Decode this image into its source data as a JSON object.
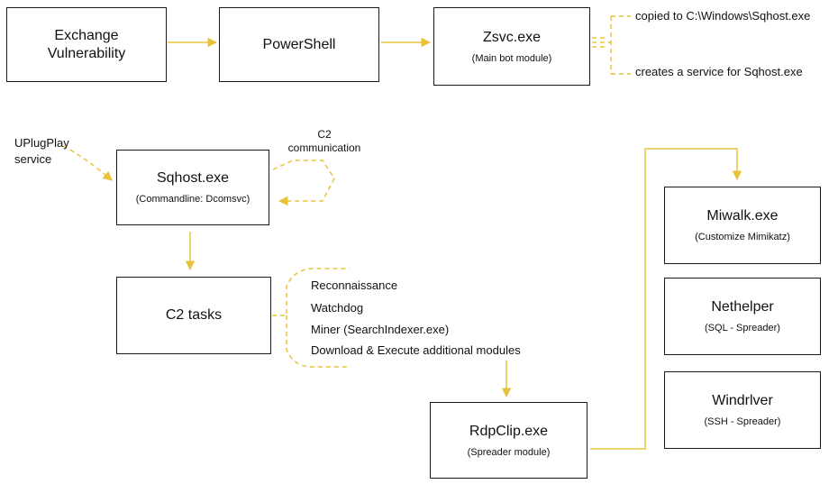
{
  "colors": {
    "arrow": "#E8C33A",
    "box_border": "#1a1a1a",
    "text": "#111111"
  },
  "boxes": {
    "exchange": {
      "title_line1": "Exchange",
      "title_line2": "Vulnerability"
    },
    "powershell": {
      "title": "PowerShell"
    },
    "zsvc": {
      "title": "Zsvc.exe",
      "sub": "(Main bot module)"
    },
    "sqhost": {
      "title": "Sqhost.exe",
      "sub": "(Commandline: Dcomsvc)"
    },
    "c2tasks": {
      "title": "C2 tasks"
    },
    "rdpclip": {
      "title": "RdpClip.exe",
      "sub": "(Spreader module)"
    },
    "miwalk": {
      "title": "Miwalk.exe",
      "sub": "(Customize Mimikatz)"
    },
    "nethelper": {
      "title": "Nethelper",
      "sub": "(SQL - Spreader)"
    },
    "windriver": {
      "title": "Windrlver",
      "sub": "(SSH - Spreader)"
    }
  },
  "labels": {
    "copied": "copied to C:\\Windows\\Sqhost.exe",
    "creates": "creates a service for Sqhost.exe",
    "uplugplay_line1": "UPlugPlay",
    "uplugplay_line2": "service",
    "c2comm_line1": "C2",
    "c2comm_line2": "communication"
  },
  "c2_task_items": [
    "Reconnaissance",
    "Watchdog",
    "Miner (SearchIndexer.exe)",
    "Download & Execute additional modules"
  ]
}
